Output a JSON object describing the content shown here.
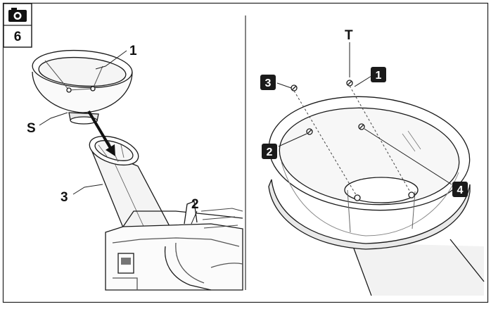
{
  "step": {
    "icon": "camera-icon",
    "number": "6"
  },
  "left_panel": {
    "labels": {
      "part_1": "1",
      "part_2": "2",
      "part_3": "3",
      "part_s": "S"
    }
  },
  "right_panel": {
    "labels": {
      "top": "T"
    },
    "badges": {
      "b1": "1",
      "b2": "2",
      "b3": "3",
      "b4": "4"
    }
  },
  "colors": {
    "line": "#1a1a1a",
    "badge": "#1a1a1a",
    "bg": "#ffffff"
  }
}
